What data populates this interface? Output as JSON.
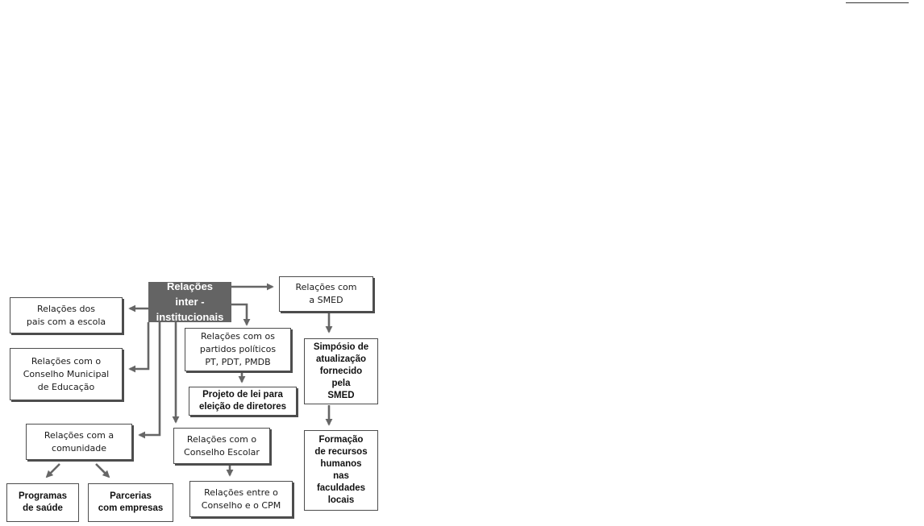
{
  "diagram": {
    "central": "Relações\ninter -\ninstitucionais",
    "pais": "Relações dos\npais com a escola",
    "conselho_municipal": "Relações com o\nConselho Municipal\nde Educação",
    "comunidade": "Relações com a\ncomunidade",
    "programas_saude": "Programas\nde saúde",
    "parcerias": "Parcerias\ncom empresas",
    "partidos": "Relações com os\npartidos políticos\nPT, PDT, PMDB",
    "projeto_lei": "Projeto de lei para\neleição de diretores",
    "conselho_escolar": "Relações com o\nConselho Escolar",
    "conselho_cpm": "Relações entre o\nConselho e o CPM",
    "smed": "Relações com\na SMED",
    "simposio": "Simpósio de\natualização\nfornecido\npela\nSMED",
    "formacao": "Formação\nde recursos\nhumanos\nnas\nfaculdades\nlocais"
  },
  "colors": {
    "central_fill": "#646464",
    "arrow": "#666666",
    "border": "#4d4d4d"
  }
}
